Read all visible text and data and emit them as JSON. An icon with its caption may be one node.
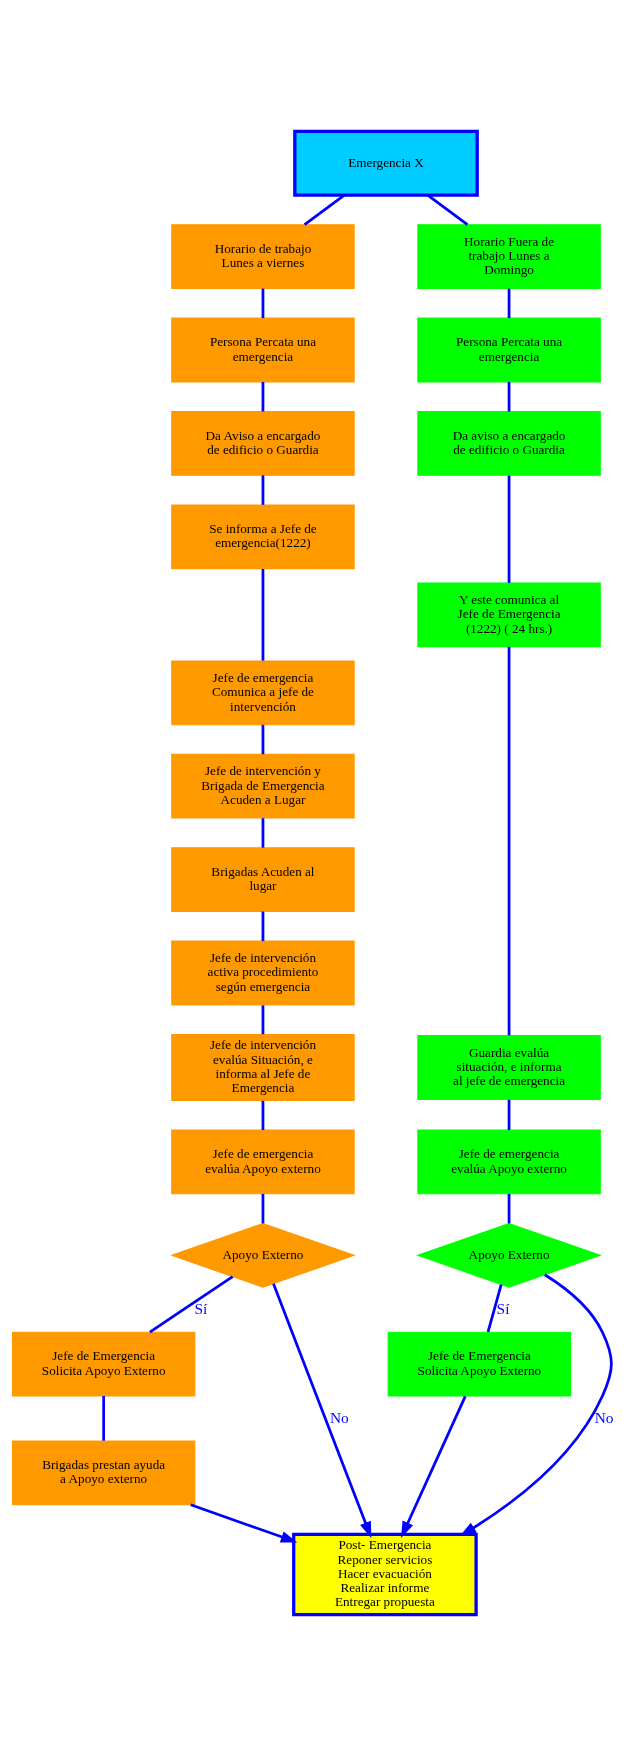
{
  "diagram": {
    "nodes": [
      {
        "text": [
          "Emergencia X"
        ]
      },
      {
        "text": [
          "Horario de trabajo Lunes a viernes"
        ]
      },
      {
        "text": [
          "Persona Percata una emergencia"
        ]
      },
      {
        "text": [
          "Da Aviso a encargado de edificio o Guardia"
        ]
      },
      {
        "text": [
          "Se informa a Jefe de emergencia(1222)"
        ]
      },
      {
        "text": [
          "Jefe de emergencia Comunica a jefe de intervención"
        ]
      },
      {
        "text": [
          "Jefe de intervención y Brigada de Emergencia Acuden a Lugar"
        ]
      },
      {
        "text": [
          "Brigadas Acuden al lugar"
        ]
      },
      {
        "text": [
          "Jefe de intervención activa procedimiento según emergencia"
        ]
      },
      {
        "text": [
          "Jefe de intervención evalúa Situación, e informa al Jefe de Emergencia"
        ]
      },
      {
        "text": [
          "Jefe de emergencia evalúa Apoyo externo"
        ]
      },
      {
        "text": [
          "Apoyo Externo"
        ]
      },
      {
        "text": [
          "Jefe de Emergencia Solicita Apoyo Externo"
        ]
      },
      {
        "text": [
          "Brigadas prestan ayuda a Apoyo externo"
        ]
      },
      {
        "text": [
          "Horario Fuera de trabajo Lunes a Domingo"
        ]
      },
      {
        "text": [
          "Persona Percata una emergencia"
        ]
      },
      {
        "text": [
          "Da aviso a encargado de edificio o Guardia"
        ]
      },
      {
        "text": [
          "Y este comunica al Jefe de Emergencia (1222) ( 24 hrs.)"
        ]
      },
      {
        "text": [
          "Guardia evalúa situación, e informa al jefe de emergencia"
        ]
      },
      {
        "text": [
          "Jefe de emergencia evalúa Apoyo externo"
        ]
      },
      {
        "text": [
          "Apoyo Externo"
        ]
      },
      {
        "text": [
          "Jefe de Emergencia Solicita Apoyo Externo"
        ]
      },
      {
        "text": [
          "Post- Emergencia",
          "Reponer servicios",
          "Hacer evacuación",
          "Realizar informe",
          "Entregar propuesta"
        ]
      }
    ],
    "edges": [
      {
        "from": 0,
        "to": 1,
        "arrow": "none"
      },
      {
        "from": 0,
        "to": 14,
        "arrow": "none"
      },
      {
        "from": 1,
        "to": 2,
        "arrow": "none"
      },
      {
        "from": 2,
        "to": 3,
        "arrow": "none"
      },
      {
        "from": 3,
        "to": 4,
        "arrow": "none"
      },
      {
        "from": 4,
        "to": 5,
        "arrow": "none"
      },
      {
        "from": 5,
        "to": 6,
        "arrow": "none"
      },
      {
        "from": 6,
        "to": 7,
        "arrow": "none"
      },
      {
        "from": 7,
        "to": 8,
        "arrow": "none"
      },
      {
        "from": 8,
        "to": 9,
        "arrow": "none"
      },
      {
        "from": 9,
        "to": 10,
        "arrow": "none"
      },
      {
        "from": 10,
        "to": 11,
        "arrow": "none"
      },
      {
        "from": 11,
        "to": 12,
        "arrow": "none",
        "label": "Sí"
      },
      {
        "from": 11,
        "to": 22,
        "arrow": "to",
        "label": "No"
      },
      {
        "from": 12,
        "to": 13,
        "arrow": "none"
      },
      {
        "from": 13,
        "to": 22,
        "arrow": "to"
      },
      {
        "from": 14,
        "to": 15,
        "arrow": "none"
      },
      {
        "from": 15,
        "to": 16,
        "arrow": "none"
      },
      {
        "from": 16,
        "to": 17,
        "arrow": "none"
      },
      {
        "from": 17,
        "to": 18,
        "arrow": "none"
      },
      {
        "from": 18,
        "to": 19,
        "arrow": "none"
      },
      {
        "from": 19,
        "to": 20,
        "arrow": "none"
      },
      {
        "from": 20,
        "to": 21,
        "arrow": "none",
        "label": "Sí"
      },
      {
        "from": 20,
        "to": 22,
        "arrow": "to",
        "label": "No"
      },
      {
        "from": 21,
        "to": 22,
        "arrow": "to"
      }
    ]
  }
}
